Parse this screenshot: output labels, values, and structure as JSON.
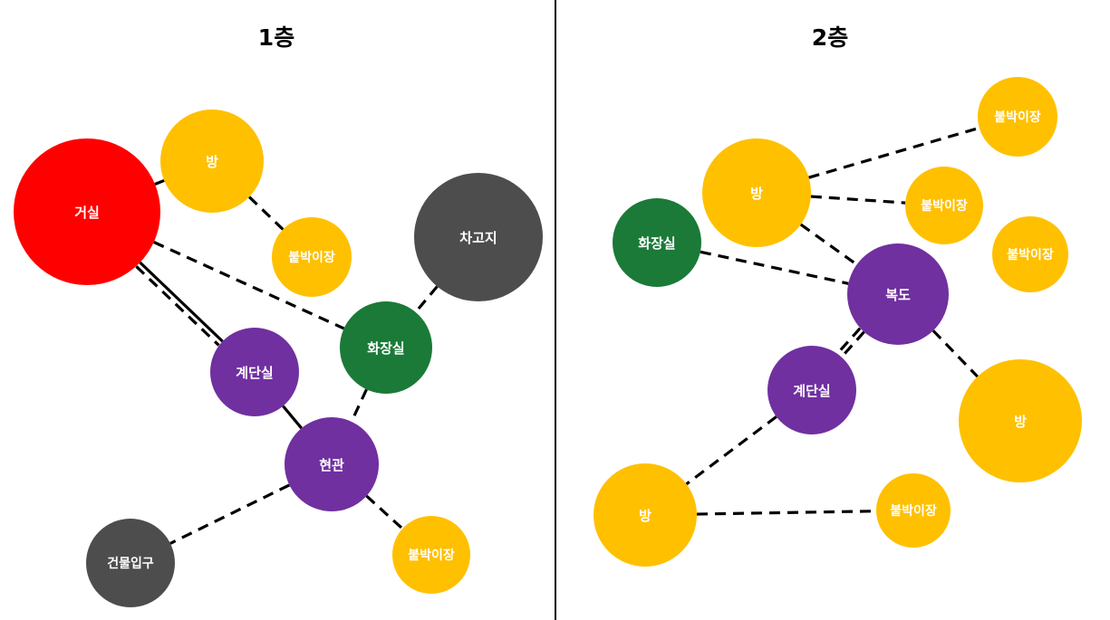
{
  "colors": {
    "living_room": "#FF0000",
    "bedroom": "#FFC000",
    "built_in_closet": "#FFC000",
    "bathroom": "#1B7A38",
    "circulation": "#7030A0",
    "service": "#4D4D4D",
    "connection_line": "#000000"
  },
  "floor1": {
    "title": "1층",
    "rooms": [
      {
        "id": "living",
        "label": "거실",
        "type": "living_room"
      },
      {
        "id": "room",
        "label": "방",
        "type": "bedroom"
      },
      {
        "id": "closet",
        "label": "붙박이장",
        "type": "built_in_closet"
      },
      {
        "id": "garage",
        "label": "차고지",
        "type": "service"
      },
      {
        "id": "bathroom",
        "label": "화장실",
        "type": "bathroom"
      },
      {
        "id": "stairs",
        "label": "계단실",
        "type": "circulation"
      },
      {
        "id": "foyer",
        "label": "현관",
        "type": "circulation"
      },
      {
        "id": "entrance",
        "label": "건물입구",
        "type": "service"
      },
      {
        "id": "closet2",
        "label": "붙박이장",
        "type": "built_in_closet"
      }
    ],
    "connections": [
      {
        "from": "living",
        "to": "room",
        "style": "solid"
      },
      {
        "from": "room",
        "to": "closet",
        "style": "dashed"
      },
      {
        "from": "living",
        "to": "bathroom",
        "style": "dashed"
      },
      {
        "from": "living",
        "to": "stairs",
        "style": "solid"
      },
      {
        "from": "living",
        "to": "stairs",
        "style": "dashed"
      },
      {
        "from": "stairs",
        "to": "foyer",
        "style": "solid"
      },
      {
        "from": "garage",
        "to": "bathroom",
        "style": "dashed"
      },
      {
        "from": "bathroom",
        "to": "foyer",
        "style": "dashed"
      },
      {
        "from": "foyer",
        "to": "entrance",
        "style": "dashed"
      },
      {
        "from": "foyer",
        "to": "closet2",
        "style": "dashed"
      }
    ]
  },
  "floor2": {
    "title": "2층",
    "rooms": [
      {
        "id": "closet_a",
        "label": "붙박이장",
        "type": "built_in_closet"
      },
      {
        "id": "room_a",
        "label": "방",
        "type": "bedroom"
      },
      {
        "id": "closet_b",
        "label": "붙박이장",
        "type": "built_in_closet"
      },
      {
        "id": "closet_c",
        "label": "붙박이장",
        "type": "built_in_closet"
      },
      {
        "id": "bathroom",
        "label": "화장실",
        "type": "bathroom"
      },
      {
        "id": "hall",
        "label": "복도",
        "type": "circulation"
      },
      {
        "id": "stairs",
        "label": "계단실",
        "type": "circulation"
      },
      {
        "id": "room_b",
        "label": "방",
        "type": "bedroom"
      },
      {
        "id": "room_c",
        "label": "방",
        "type": "bedroom"
      },
      {
        "id": "closet_d",
        "label": "붙박이장",
        "type": "built_in_closet"
      }
    ],
    "connections": [
      {
        "from": "room_a",
        "to": "closet_a",
        "style": "dashed"
      },
      {
        "from": "room_a",
        "to": "closet_b",
        "style": "dashed"
      },
      {
        "from": "room_a",
        "to": "hall",
        "style": "dashed"
      },
      {
        "from": "bathroom",
        "to": "hall",
        "style": "dashed"
      },
      {
        "from": "hall",
        "to": "room_b",
        "style": "dashed"
      },
      {
        "from": "hall",
        "to": "stairs",
        "style": "dashed"
      },
      {
        "from": "hall",
        "to": "stairs",
        "style": "dashed"
      },
      {
        "from": "stairs",
        "to": "room_c",
        "style": "dashed"
      },
      {
        "from": "room_c",
        "to": "closet_d",
        "style": "dashed"
      }
    ]
  }
}
